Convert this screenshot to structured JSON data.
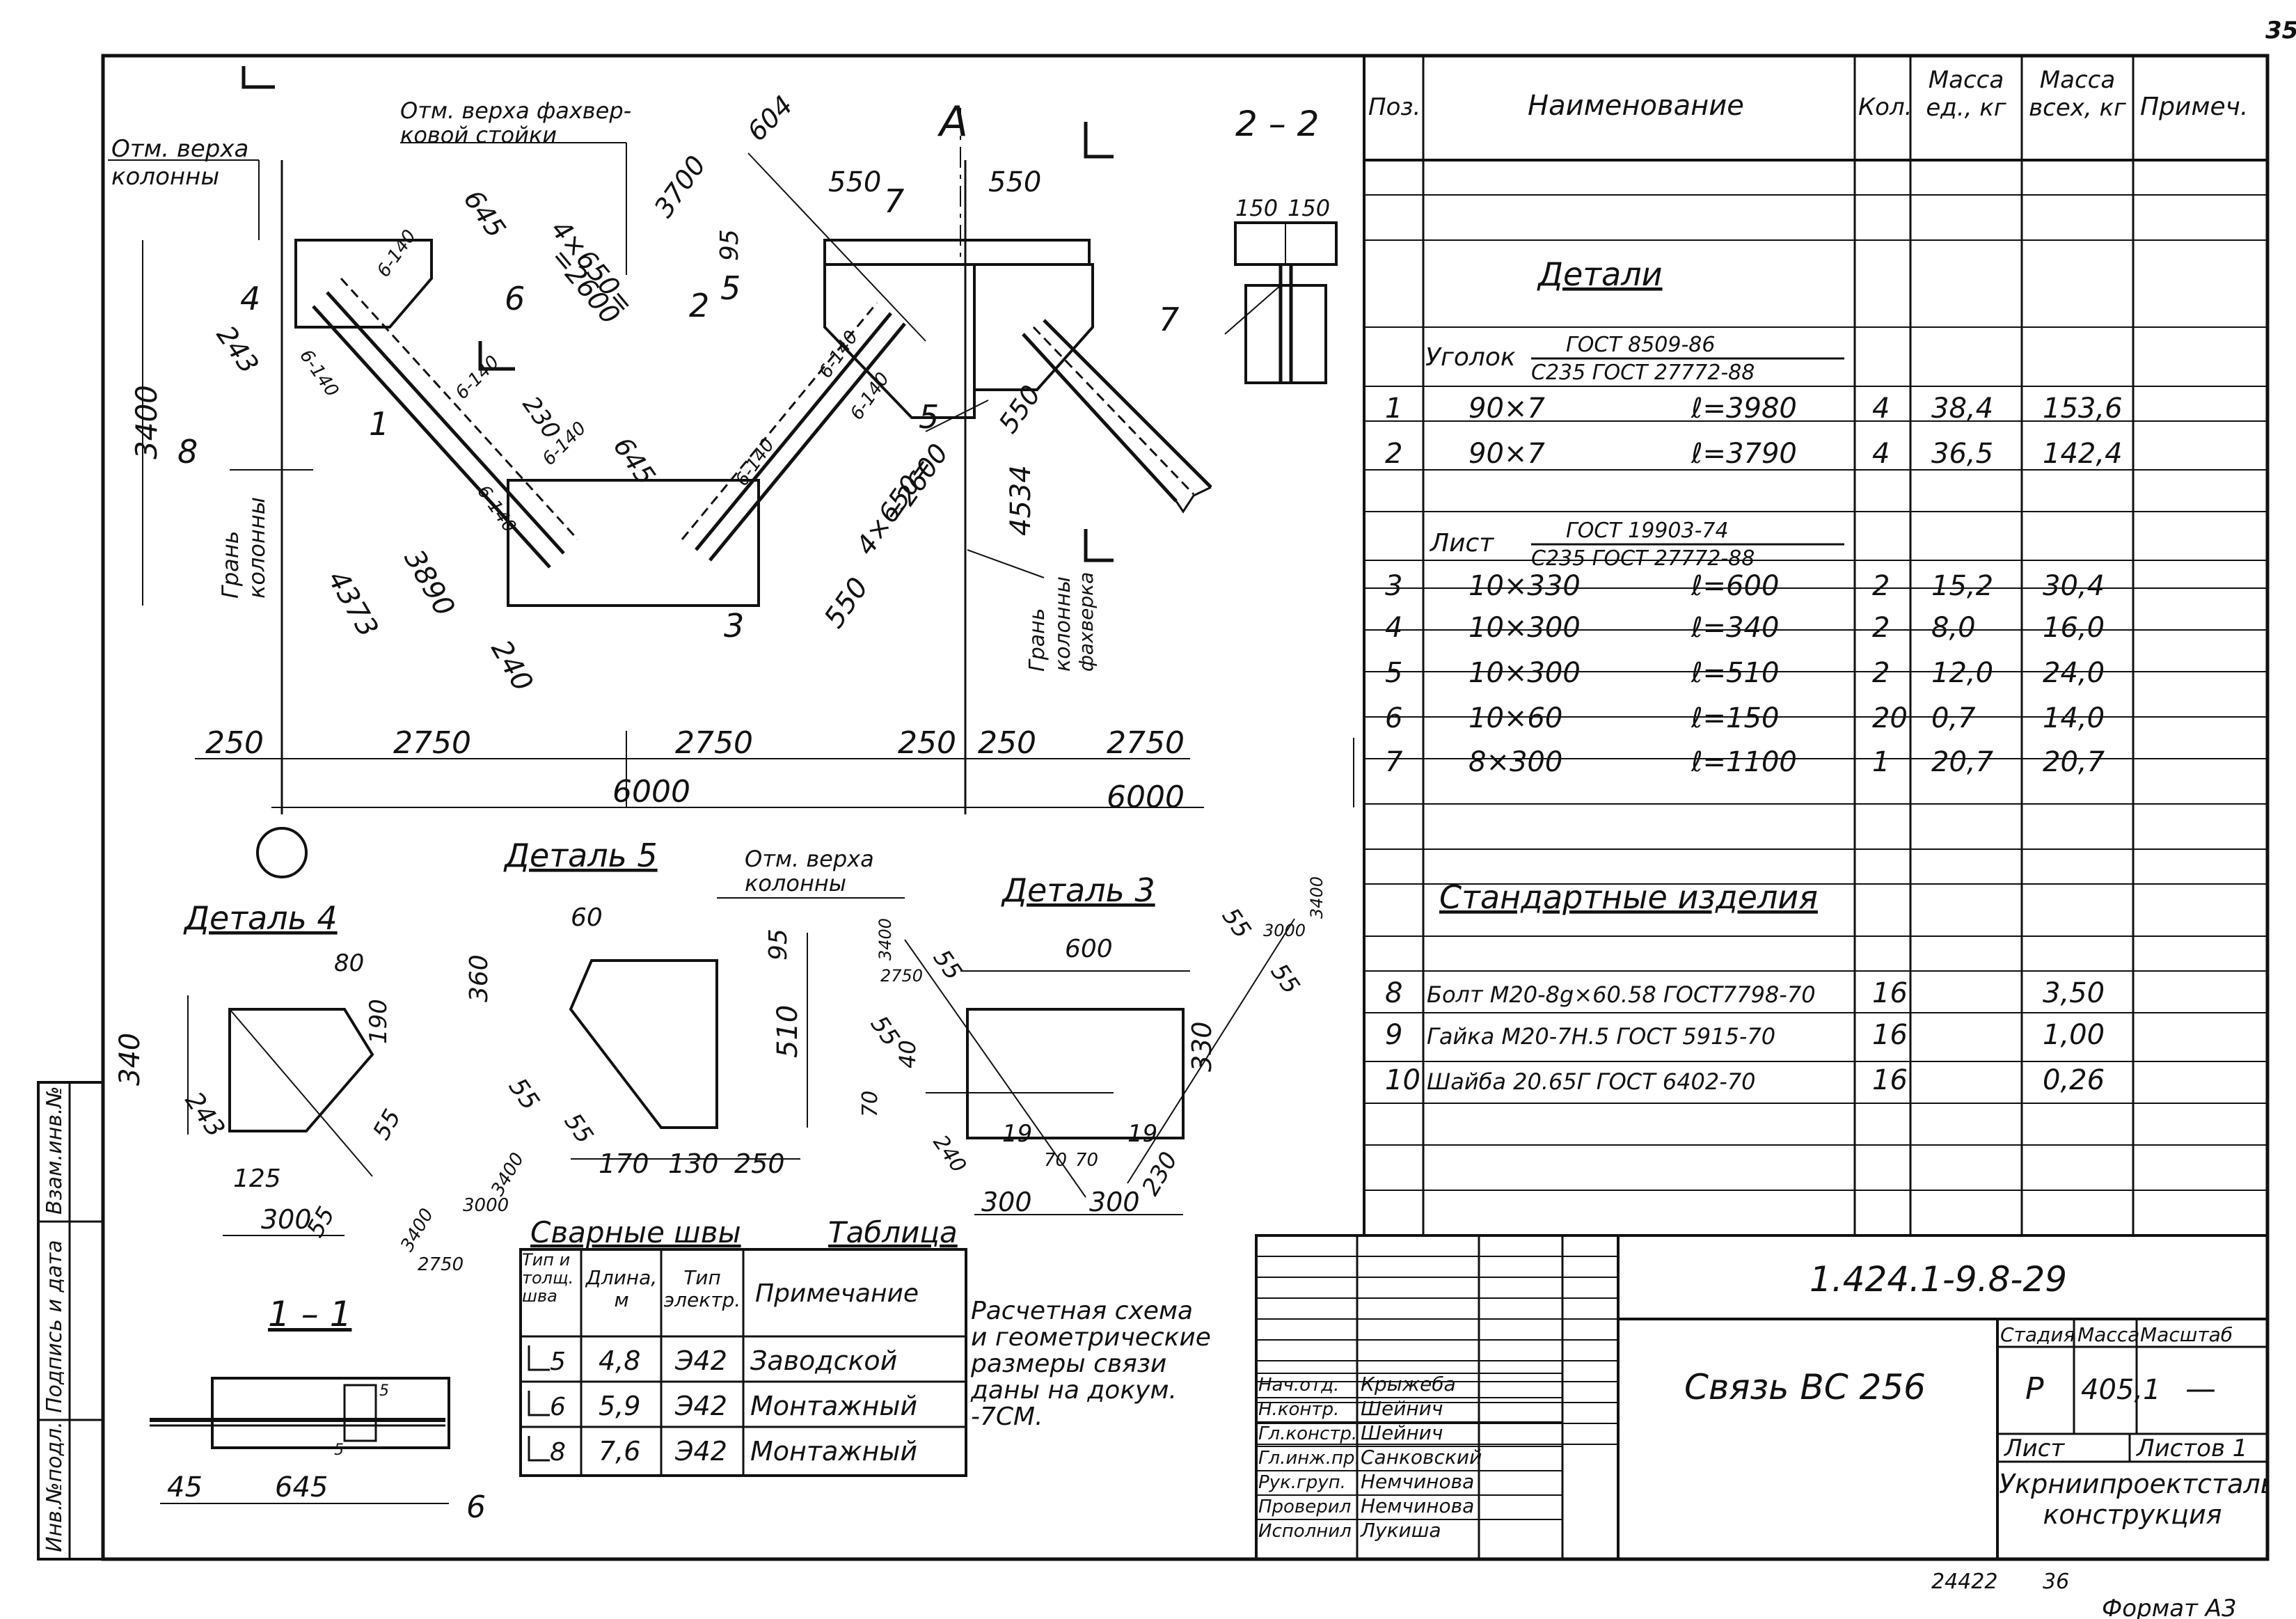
{
  "page_number": "35",
  "drawing_code": "1.424.1-9.8-29",
  "title": "Связь ВС 256",
  "organization": "Укрниипроектсталь-конструкция",
  "sheet": {
    "stage_label": "Стадия",
    "mass_label": "Масса",
    "scale_label": "Масштаб",
    "stage": "Р",
    "mass": "405,1",
    "scale": "—",
    "sheet_label": "Лист",
    "sheets_label": "Листов 1"
  },
  "stamp_rows": [
    {
      "role": "Нач.отд.",
      "name": "Крыжеба"
    },
    {
      "role": "Н.контр.",
      "name": "Шейнич"
    },
    {
      "role": "Гл.констр.",
      "name": "Шейнич"
    },
    {
      "role": "Гл.инж.пр.",
      "name": "Санковский"
    },
    {
      "role": "Рук.груп.",
      "name": "Немчинова"
    },
    {
      "role": "Проверил",
      "name": "Немчинова"
    },
    {
      "role": "Исполнил",
      "name": "Лукиша"
    }
  ],
  "bottom_numbers": [
    "24422",
    "36"
  ],
  "format": "Формат А3",
  "left_margin_labels": [
    "Инв.№подл.",
    "Подпись и дата",
    "Взам.инв.№"
  ],
  "spec": {
    "headers": [
      "Поз.",
      "Наименование",
      "Кол.",
      "Масса ед., кг",
      "Масса всех, кг",
      "Примеч."
    ],
    "section_details": "Детали",
    "angle_label": "Уголок",
    "angle_std_top": "ГОСТ 8509-86",
    "angle_std_bottom": "С235 ГОСТ 27772-88",
    "sheet_label": "Лист",
    "sheet_std_top": "ГОСТ 19903-74",
    "sheet_std_bottom": "С235 ГОСТ 27772-88",
    "section_std": "Стандартные изделия",
    "rows": [
      {
        "pos": "1",
        "name": "90×7",
        "len": "ℓ=3980",
        "qty": "4",
        "m1": "38,4",
        "mall": "153,6"
      },
      {
        "pos": "2",
        "name": "90×7",
        "len": "ℓ=3790",
        "qty": "4",
        "m1": "36,5",
        "mall": "142,4"
      },
      {
        "pos": "3",
        "name": "10×330",
        "len": "ℓ=600",
        "qty": "2",
        "m1": "15,2",
        "mall": "30,4"
      },
      {
        "pos": "4",
        "name": "10×300",
        "len": "ℓ=340",
        "qty": "2",
        "m1": "8,0",
        "mall": "16,0"
      },
      {
        "pos": "5",
        "name": "10×300",
        "len": "ℓ=510",
        "qty": "2",
        "m1": "12,0",
        "mall": "24,0"
      },
      {
        "pos": "6",
        "name": "10×60",
        "len": "ℓ=150",
        "qty": "20",
        "m1": "0,7",
        "mall": "14,0"
      },
      {
        "pos": "7",
        "name": "8×300",
        "len": "ℓ=1100",
        "qty": "1",
        "m1": "20,7",
        "mall": "20,7"
      },
      {
        "pos": "8",
        "name": "Болт М20-8g×60.58 ГОСТ7798-70",
        "len": "",
        "qty": "16",
        "m1": "",
        "mall": "3,50"
      },
      {
        "pos": "9",
        "name": "Гайка М20-7Н.5 ГОСТ 5915-70",
        "len": "",
        "qty": "16",
        "m1": "",
        "mall": "1,00"
      },
      {
        "pos": "10",
        "name": "Шайба 20.65Г ГОСТ 6402-70",
        "len": "",
        "qty": "16",
        "m1": "",
        "mall": "0,26"
      }
    ]
  },
  "welds": {
    "title": "Сварные швы",
    "table_label": "Таблица",
    "headers": [
      "Тип и толщ. шва",
      "Длина, м",
      "Тип электр.",
      "Примечание"
    ],
    "rows": [
      {
        "type": "5",
        "len": "4,8",
        "el": "Э42",
        "note": "Заводской"
      },
      {
        "type": "6",
        "len": "5,9",
        "el": "Э42",
        "note": "Монтажный"
      },
      {
        "type": "8",
        "len": "7,6",
        "el": "Э42",
        "note": "Монтажный"
      }
    ]
  },
  "note": [
    "Расчетная схема",
    "и геометрические",
    "размеры связи",
    "даны на докум.",
    "-7СМ."
  ],
  "main_view": {
    "labels": {
      "col_top": [
        "Отм. верха",
        "колонны"
      ],
      "fach_top": [
        "Отм. верха фахвер-",
        "ковой стойки"
      ],
      "col_face": [
        "Грань",
        "колонны"
      ],
      "fach_face": [
        "Грань",
        "колонны",
        "фахверка"
      ],
      "section_2_2": "2 – 2",
      "axis_letter": "А"
    },
    "dims": [
      "604",
      "3700",
      "645",
      "4×650=",
      "=2600",
      "95",
      "550",
      "550",
      "3400",
      "243",
      "230",
      "645",
      "3890",
      "4373",
      "240",
      "550",
      "4×650=",
      "=2600",
      "4534",
      "550",
      "150",
      "150"
    ],
    "welds_marks": [
      "6-140",
      "6-140",
      "6-140",
      "6-140",
      "6-140",
      "6-140",
      "6-140",
      "6-140"
    ],
    "bottom_dims": [
      "250",
      "2750",
      "2750",
      "250",
      "250",
      "2750",
      "6000",
      "6000"
    ],
    "positions": [
      "1",
      "2",
      "3",
      "4",
      "5",
      "5",
      "6",
      "7",
      "8",
      "7"
    ]
  },
  "detail4": {
    "title": "Деталь 4",
    "dims": [
      "80",
      "190",
      "340",
      "243",
      "125",
      "300",
      "55",
      "55"
    ],
    "slope": [
      "3400",
      "2750"
    ]
  },
  "detail5": {
    "title": "Деталь 5",
    "col_top": [
      "Отм. верха",
      "колонны"
    ],
    "dims": [
      "60",
      "360",
      "95",
      "510",
      "55",
      "55",
      "170",
      "130",
      "250"
    ],
    "slope": [
      "3400",
      "3000"
    ]
  },
  "detail3": {
    "title": "Деталь 3",
    "dims": [
      "600",
      "55",
      "55",
      "55",
      "55",
      "330",
      "40",
      "70",
      "19",
      "19",
      "70",
      "70",
      "240",
      "230",
      "300",
      "300"
    ],
    "slope_left": [
      "3400",
      "2750"
    ],
    "slope_right": [
      "3000",
      "3400"
    ]
  },
  "section11": {
    "title": "1 – 1",
    "dims": [
      "45",
      "645"
    ],
    "pos": "6",
    "small": [
      "5",
      "5"
    ]
  }
}
